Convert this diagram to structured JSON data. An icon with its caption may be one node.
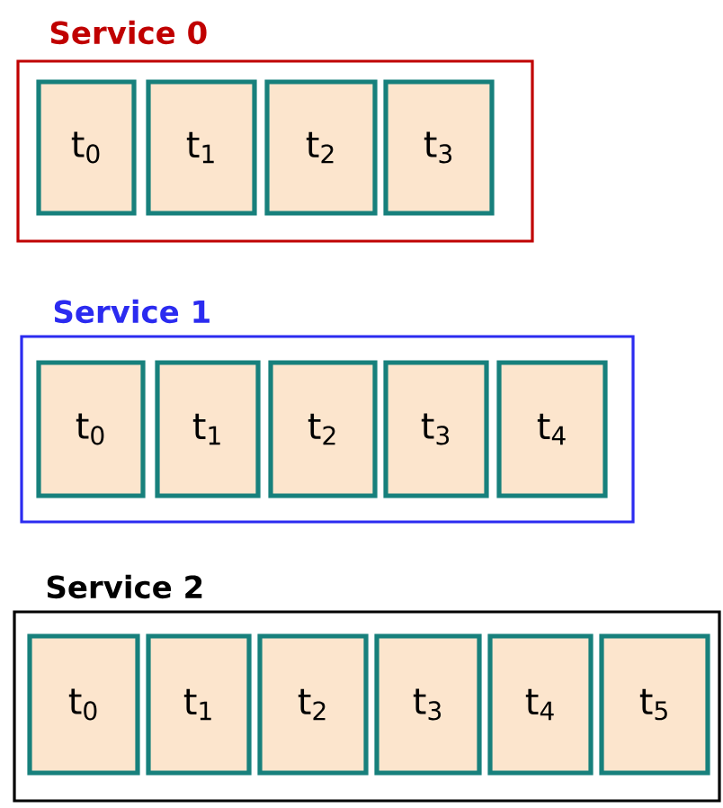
{
  "diagram": {
    "nodes": [
      {
        "text": [
          "Service 0"
        ]
      },
      {
        "text": [
          "t$_{0}$"
        ],
        "in": 0
      },
      {
        "text": [
          "t$_{1}$"
        ],
        "in": 0
      },
      {
        "text": [
          "t$_{2}$"
        ],
        "in": 0
      },
      {
        "text": [
          "t$_{3}$"
        ],
        "in": 0
      },
      {
        "text": [
          "Service 1"
        ]
      },
      {
        "text": [
          "t$_{0}$"
        ],
        "in": 5
      },
      {
        "text": [
          "t$_{1}$"
        ],
        "in": 5
      },
      {
        "text": [
          "t$_{2}$"
        ],
        "in": 5
      },
      {
        "text": [
          "t$_{3}$"
        ],
        "in": 5
      },
      {
        "text": [
          "t$_{4}$"
        ],
        "in": 5
      },
      {
        "text": [
          "Service 2"
        ]
      },
      {
        "text": [
          "t$_{0}$"
        ],
        "in": 11
      },
      {
        "text": [
          "t$_{1}$"
        ],
        "in": 11
      },
      {
        "text": [
          "t$_{2}$"
        ],
        "in": 11
      },
      {
        "text": [
          "t$_{3}$"
        ],
        "in": 11
      },
      {
        "text": [
          "t$_{4}$"
        ],
        "in": 11
      },
      {
        "text": [
          "t$_{5}$"
        ],
        "in": 11
      }
    ]
  }
}
